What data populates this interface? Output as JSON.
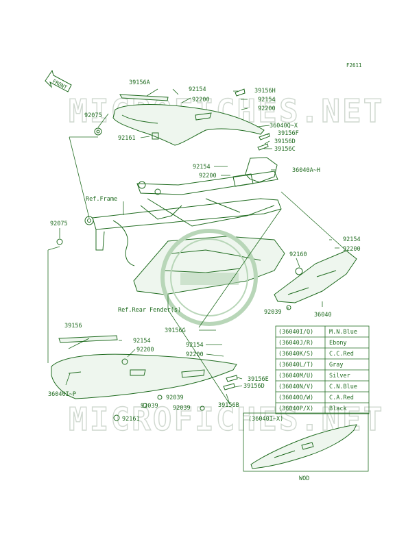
{
  "figure_code": "F2611",
  "front_arrow_label": "FRONT",
  "watermark_text": "MICROFICHES.NET",
  "ref_labels": {
    "frame": "Ref.Frame",
    "rear_fender": "Ref.Rear Fender(s)"
  },
  "part_labels": {
    "p39156A": "39156A",
    "p92154_a": "92154",
    "p39156H": "39156H",
    "p92200_a": "92200",
    "p92154_b": "92154",
    "p92200_b": "92200",
    "p92075_a": "92075",
    "p36040QX": "36040Q~X",
    "p39156F": "39156F",
    "p92161_a": "92161",
    "p39156D_a": "39156D",
    "p39156C": "39156C",
    "p92154_c": "92154",
    "p92200_c": "92200",
    "p36040AH": "36040A~H",
    "p92075_b": "92075",
    "p92154_d": "92154",
    "p92200_d": "92200",
    "p92160": "92160",
    "p92039_a": "92039",
    "p36040": "36040",
    "p39156": "39156",
    "p92154_e": "92154",
    "p92200_e": "92200",
    "p39156G": "39156G",
    "p92154_f": "92154",
    "p92200_f": "92200",
    "p36040IP": "36040I~P",
    "p39156E": "39156E",
    "p39156D_b": "39156D",
    "p92039_b": "92039",
    "p92039_c": "92039",
    "p92039_d": "92039",
    "p39156B": "39156B",
    "p92161_b": "92161"
  },
  "color_table": [
    {
      "code": "(36040I/Q)",
      "color": "M.N.Blue"
    },
    {
      "code": "(36040J/R)",
      "color": "Ebony"
    },
    {
      "code": "(36040K/S)",
      "color": "C.C.Red"
    },
    {
      "code": "(36040L/T)",
      "color": "Gray"
    },
    {
      "code": "(36040M/U)",
      "color": "Silver"
    },
    {
      "code": "(36040N/V)",
      "color": "C.N.Blue"
    },
    {
      "code": "(36040O/W)",
      "color": "C.A.Red"
    },
    {
      "code": "(36040P/X)",
      "color": "Black"
    }
  ],
  "inset": {
    "code": "(36040I~X)",
    "caption": "WOD"
  },
  "colors": {
    "line": "#1f6b1f",
    "watermark": "#cfd8cf",
    "background": "#ffffff"
  }
}
